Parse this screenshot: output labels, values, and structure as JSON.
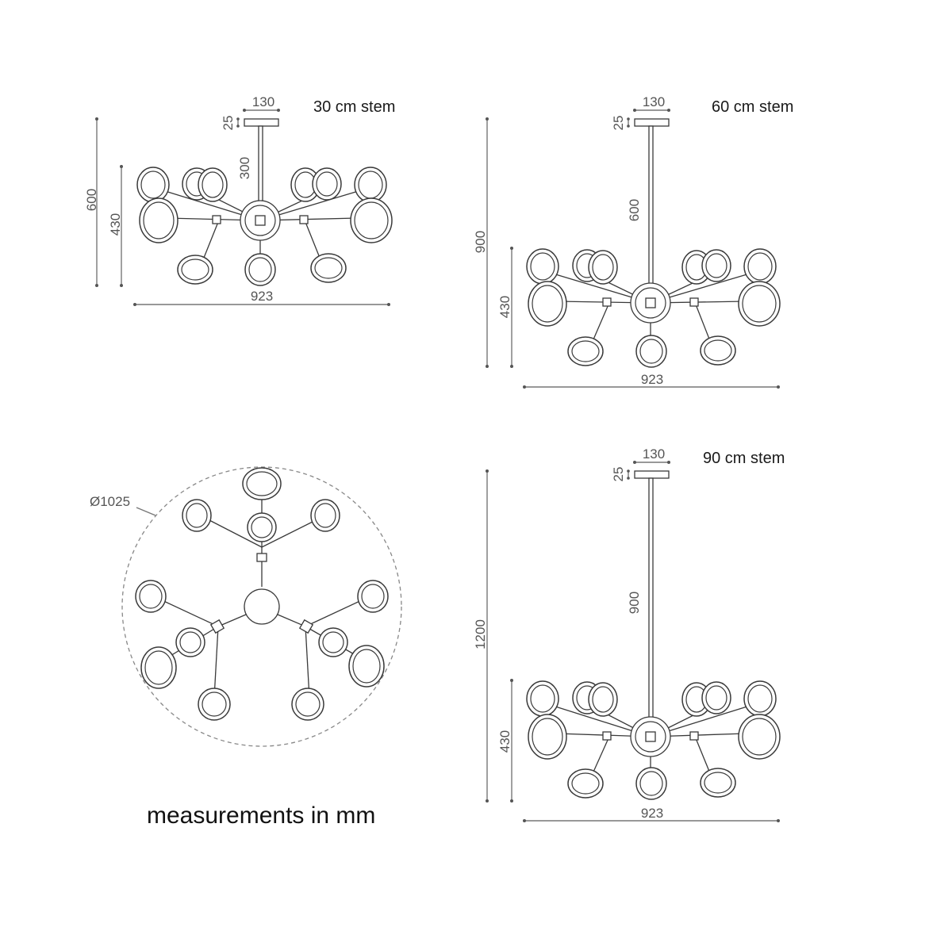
{
  "views": {
    "stem30": {
      "title": "30 cm stem",
      "canopy_width": "130",
      "canopy_height": "25",
      "stem_length": "300",
      "total_height": "600",
      "body_height": "430",
      "width": "923"
    },
    "stem60": {
      "title": "60 cm stem",
      "canopy_width": "130",
      "canopy_height": "25",
      "stem_length": "600",
      "total_height": "900",
      "body_height": "430",
      "width": "923"
    },
    "stem90": {
      "title": "90 cm stem",
      "canopy_width": "130",
      "canopy_height": "25",
      "stem_length": "900",
      "total_height": "1200",
      "body_height": "430",
      "width": "923"
    },
    "top_view": {
      "diameter": "Ø1025"
    }
  },
  "note": "measurements in mm"
}
